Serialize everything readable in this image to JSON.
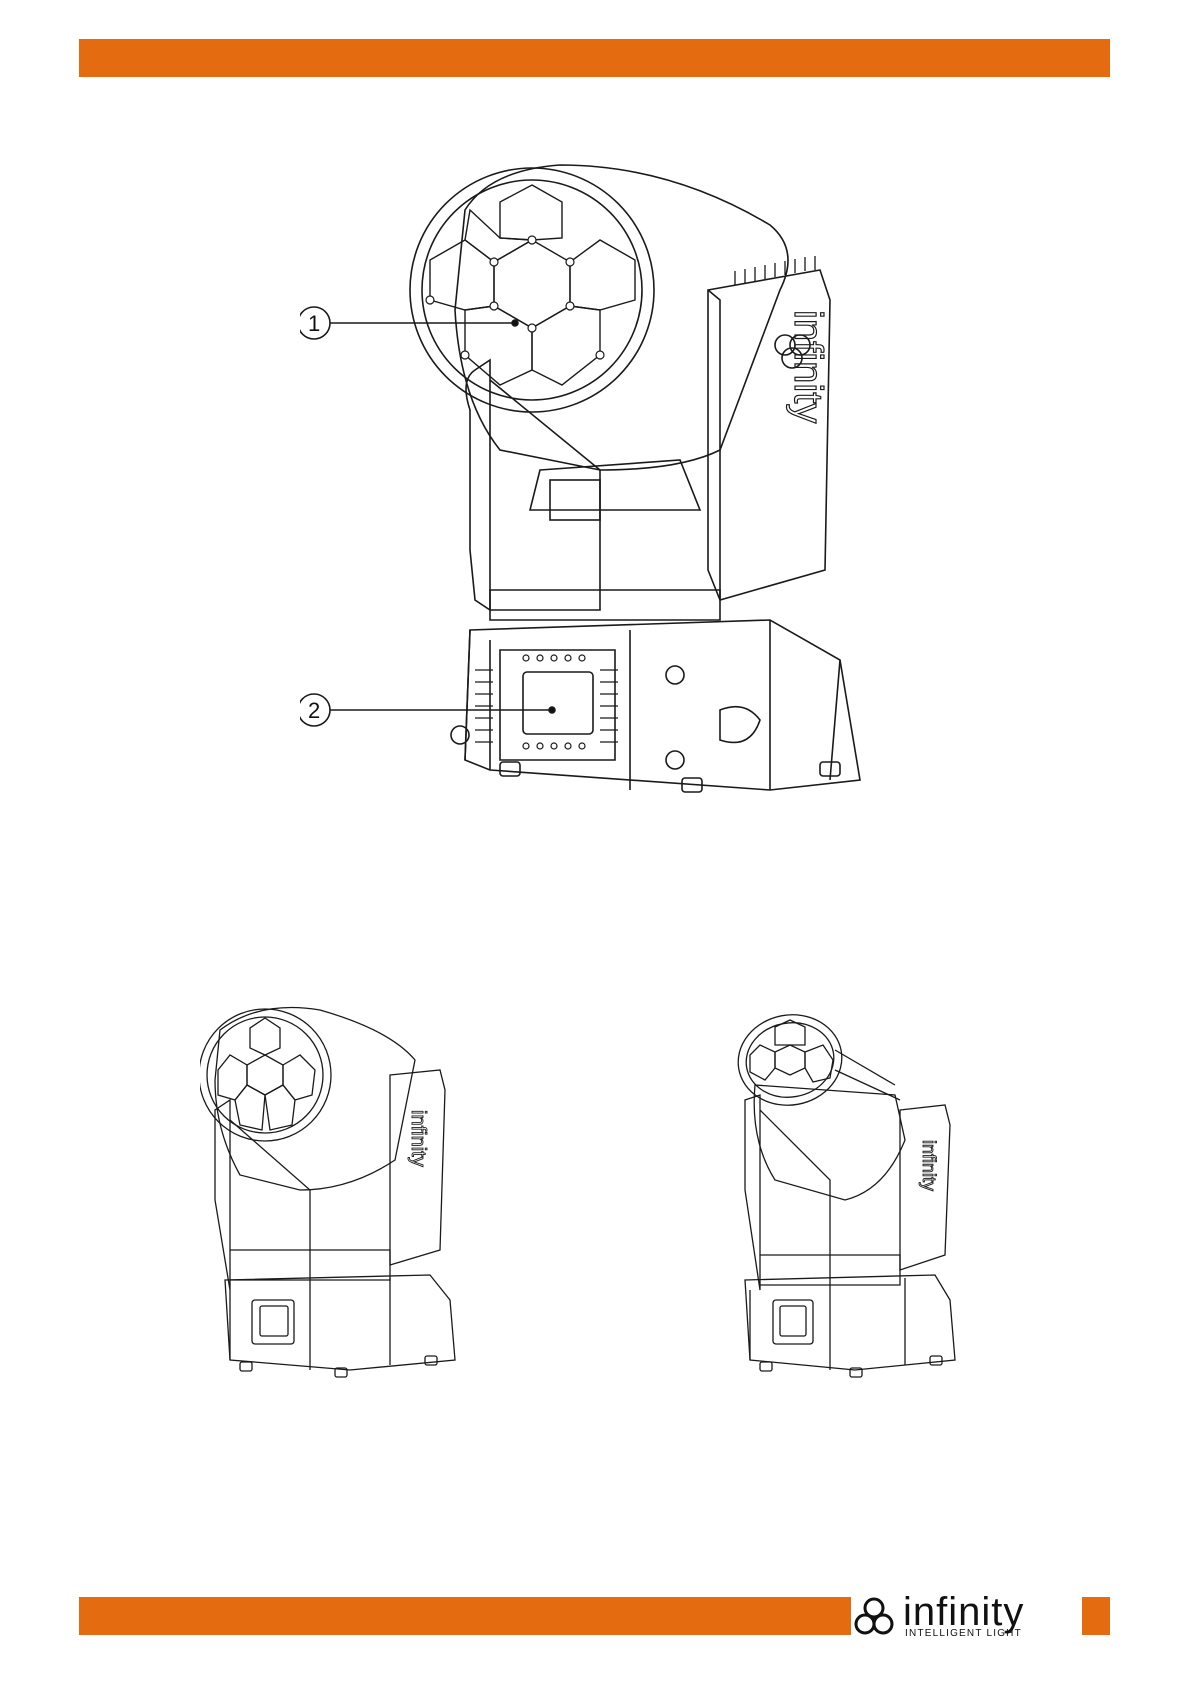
{
  "header": {
    "accent_color": "#e56b10"
  },
  "footer": {
    "accent_color": "#e56b10",
    "logo": {
      "word": "infinity",
      "tagline": "INTELLIGENT LIGHT"
    }
  },
  "figures": {
    "main": {
      "callouts": [
        {
          "number": "1",
          "part": "front-lens-cluster"
        },
        {
          "number": "2",
          "part": "control-display"
        }
      ]
    },
    "left": {
      "position": "front-view"
    },
    "right": {
      "position": "tilted-view"
    }
  }
}
